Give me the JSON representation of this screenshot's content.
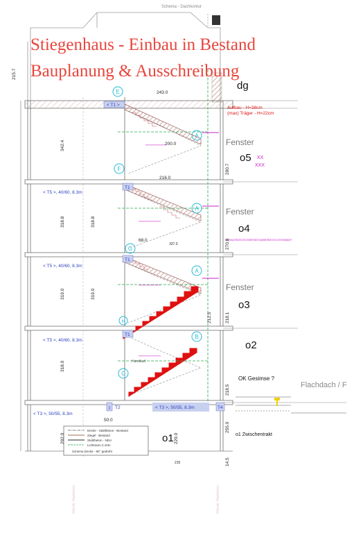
{
  "sheet_title": "Schema - Dachkontur",
  "overlay": {
    "line1": "Stiegenhaus - Einbau in Bestand",
    "line2": "Bauplanung & Ausschreibung"
  },
  "colors": {
    "overlay_red": "#e8453c",
    "stair_red": "#e01010",
    "dim_blue": "#2a3fbf",
    "annot_magenta": "#cc22cc",
    "green": "#2aa84a",
    "marker_cyan": "#25b9d6",
    "hatch_brown": "#b88a7a"
  },
  "floors": {
    "dg": "dg",
    "o5": "o5",
    "o4": "o4",
    "o3": "o3",
    "o2": "o2",
    "o1": "o1",
    "o1_extra": "o1 Zwischentrakt"
  },
  "notes": {
    "aufbau": "Aufbau - H=38cm",
    "traeger": "(max) Träger - H=22cm",
    "fenster": "Fenster",
    "xx": "XX",
    "xxx": "XXX",
    "ok_gesimse": "OK Gesimse ?",
    "flachdach": "Flachdach / F",
    "o4_note": "Vormessung 13 März 2021: erstr. und südliche Wand in ex gegenüber Wänden in o3 ca. 4cm-5cm rückgesprun?!",
    "handlauf": "Handlauf",
    "treppe_neu": "Stahlbeton - NEU"
  },
  "markers": [
    "E",
    "F",
    "A",
    "A",
    "A",
    "G",
    "B",
    "C",
    "H",
    "I"
  ],
  "beams": {
    "t1": "< T1 >",
    "t1b": "T1",
    "t2": "T2",
    "t3_left": "< T3 >, 50/55, 8.3m",
    "t3_right": "< T3 >, 50/55, 8.3m",
    "t4": "T4",
    "t5_a": "< T5 >, 40/60, 8.3m",
    "t5_b": "< T5 >, 40/60, 8.3m",
    "t5_c": "< T5 >, 40/60, 8.3m"
  },
  "dimensions": {
    "d243": "243.0",
    "d200": "200.0",
    "d216": "216.0",
    "d68": "68.0",
    "d337": "337.0",
    "d50": "50.0",
    "d2157": "215.7",
    "d3424": "342.4",
    "d3188a": "318.8",
    "d3188b": "318.8",
    "d319a": "319.0",
    "d319b": "319.0",
    "d318": "318.0",
    "d292": "292.0",
    "d229": "229.0",
    "d2907": "290.7",
    "d2708": "270.8",
    "d2181": "218.1",
    "d2125": "212.5",
    "d2185": "218.5",
    "d255": "255.0",
    "d215": "215",
    "d145": "14.5"
  },
  "legend": {
    "r1": "Decke - Stahlbeton - Bestand",
    "r2": "Ziegel - Bestand",
    "r3": "Stahlbeton - NEU",
    "r4": "Lichtraum 2.10m",
    "r5": "Schema Decke - 90° gedreht"
  }
}
